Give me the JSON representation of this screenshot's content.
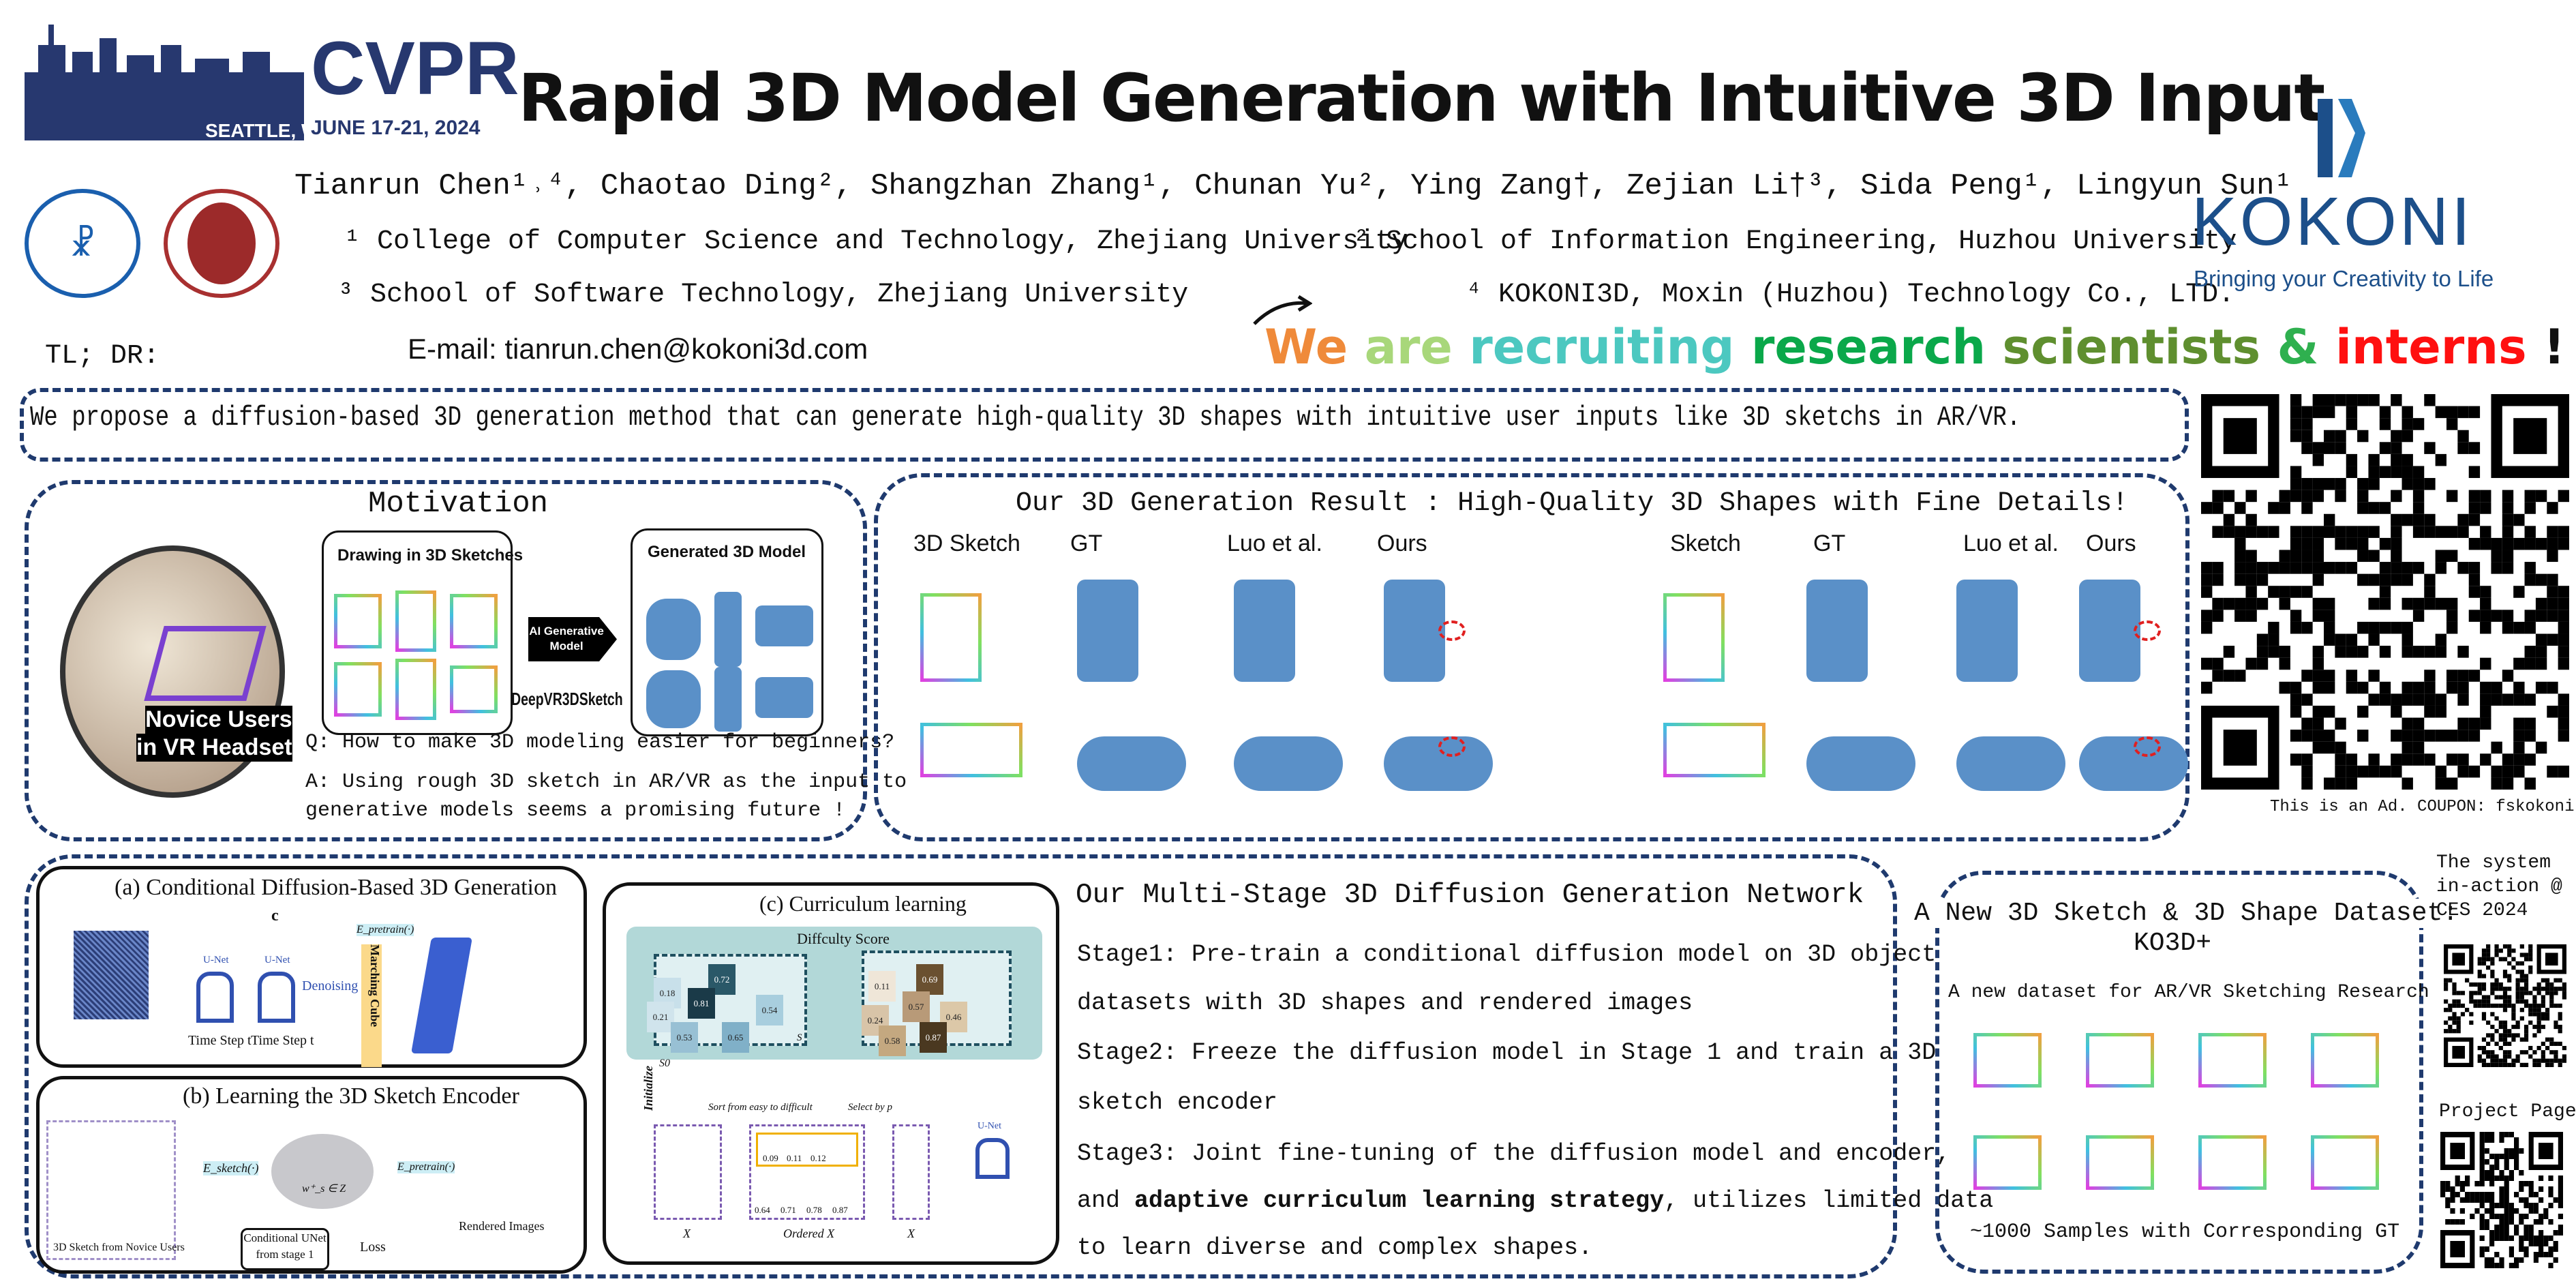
{
  "header": {
    "conference": {
      "name": "CVPR",
      "location": "SEATTLE, WA",
      "dates": "JUNE 17-21, 2024"
    },
    "title": "Rapid 3D Model Generation with Intuitive 3D Input",
    "authors": "Tianrun Chen¹˒⁴,  Chaotao Ding²,  Shangzhan Zhang¹,  Chunan Yu²,  Ying Zang†,  Zejian Li†³,  Sida Peng¹,  Lingyun Sun¹",
    "affiliations": [
      "¹ College of Computer Science and Technology, Zhejiang University",
      "² School of Information Engineering, Huzhou University",
      "³ School of Software Technology, Zhejiang University",
      "⁴ KOKONI3D, Moxin (Huzhou) Technology Co., LTD."
    ],
    "email": "E-mail: tianrun.chen@kokoni3d.com",
    "tldr_label": "TL; DR:",
    "recruit": [
      "We",
      "are",
      "recruiting",
      "research",
      "scientists",
      "&",
      "interns",
      "!"
    ],
    "recruit_colors": [
      "#ef8a3a",
      "#a8d77a",
      "#4cc8c0",
      "#0aa84a",
      "#5f8f2f",
      "#2fb04f",
      "#ff1010",
      "#111111"
    ],
    "university_logos": [
      "Zhejiang University",
      "Huzhou University"
    ]
  },
  "sponsor": {
    "brand": "KOKONI",
    "tagline": "Bringing your Creativity to Life",
    "brand_color": "#1c4f8a",
    "ad_caption": "This is an Ad. COUPON: fskokoni"
  },
  "tldr": "We propose a diffusion-based 3D generation method that can generate high-quality 3D shapes with intuitive user inputs like 3D sketchs in AR/VR.",
  "motivation": {
    "title": "Motivation",
    "fig_users": [
      "Novice Users",
      "in VR Headset"
    ],
    "fig_sketch_title": "Drawing in 3D Sketches",
    "fig_model_label": "AI Generative Model",
    "fig_method": "DeepVR3DSketch",
    "fig_generated_title": "Generated 3D Model",
    "q": "Q: How to make 3D modeling easier for beginners?",
    "a1": "A: Using rough 3D sketch in AR/VR  as the input to",
    "a2": "generative models seems a promising future !"
  },
  "results": {
    "title": "Our 3D Generation Result : High-Quality 3D Shapes with Fine Details!",
    "columns": [
      "3D Sketch",
      "GT",
      "Luo et al.",
      "Ours",
      "Sketch",
      "GT",
      "Luo et al.",
      "Ours"
    ]
  },
  "method": {
    "panel_a": {
      "title": "(a) Conditional Diffusion-Based 3D Generation",
      "c": "c",
      "encoder": "E_pretrain(·)",
      "unet": "U-Net",
      "timestep": "Time Step t",
      "denoising": "Denoising",
      "cube": "Marching Cube"
    },
    "panel_b": {
      "title": "(b) Learning the 3D Sketch Encoder",
      "sketch_caption": "3D Sketch from Novice Users",
      "encoder": "E_sketch(·)",
      "pre_encoder": "E_pretrain(·)",
      "latent": "w⁺_s ∈ Z",
      "rendered": "Rendered Images",
      "unet_box": [
        "Conditional UNet",
        "from stage 1"
      ],
      "loss": "Loss"
    },
    "panel_c": {
      "title": "(c) Curriculum learning",
      "score": "Diffculty Score",
      "s0": "S0",
      "s": "S",
      "left_scores": [
        "0.18",
        "0.72",
        "0.81",
        "0.21",
        "0.54",
        "0.53",
        "0.65"
      ],
      "right_scores": [
        "0.11",
        "0.69",
        "0.57",
        "0.24",
        "0.46",
        "0.58",
        "0.87"
      ],
      "initialize": "Initialize",
      "sort": "Sort from easy to difficult",
      "select": "Select by p",
      "ordered_top": [
        "0.09",
        "0.11",
        "0.12"
      ],
      "ordered_bottom": [
        "0.64",
        "0.71",
        "0.78",
        "0.87"
      ],
      "x": "X",
      "ordered_x": "Ordered X",
      "unet": "U-Net"
    },
    "title": "Our Multi-Stage 3D Diffusion Generation Network",
    "lines": [
      "Stage1: Pre-train a conditional diffusion model on 3D object",
      "datasets with 3D shapes and rendered images",
      "Stage2: Freeze the diffusion model in Stage 1 and train a 3D",
      "sketch encoder",
      "Stage3: Joint fine-tuning of the diffusion model and encoder,",
      "and adaptive curriculum learning strategy, utilizes limited data",
      "to learn diverse and complex shapes."
    ],
    "bold_phrase": "adaptive curriculum learning strategy"
  },
  "dataset": {
    "title": "A New 3D Sketch & 3D Shape Dataset:",
    "name": "KO3D+",
    "subtitle": "A new dataset for AR/VR Sketching Research",
    "caption": "~1000 Samples with Corresponding GT"
  },
  "side": {
    "ces": [
      "The system",
      "in-action @",
      "CES 2024"
    ],
    "project": "Project Page:"
  }
}
